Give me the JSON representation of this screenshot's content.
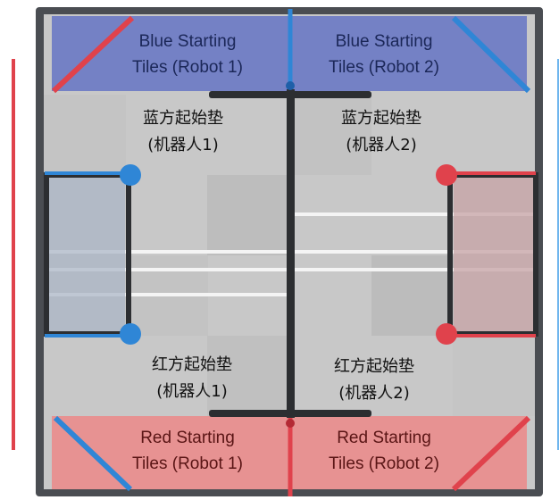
{
  "zones": {
    "blue_robot1": "Blue Starting\nTiles (Robot 1)",
    "blue_robot2": "Blue Starting\nTiles (Robot 2)",
    "red_robot1": "Red Starting\nTiles (Robot 1)",
    "red_robot2": "Red Starting\nTiles (Robot 2)"
  },
  "chinese_labels": {
    "blue_robot1": "蓝方起始垫\n(机器人1)",
    "blue_robot2": "蓝方起始垫\n(机器人2)",
    "red_robot1": "红方起始垫\n(机器人1)",
    "red_robot2": "红方起始垫\n(机器人2)"
  },
  "colors": {
    "blue_zone": "#6d7bc4",
    "red_zone": "#e98f8f",
    "blue_accent": "#2f86d6",
    "red_accent": "#e0424c",
    "field_frame": "#4a4d52",
    "tile_light": "#cfcfcf",
    "tile_dark": "#bcbcbc"
  }
}
